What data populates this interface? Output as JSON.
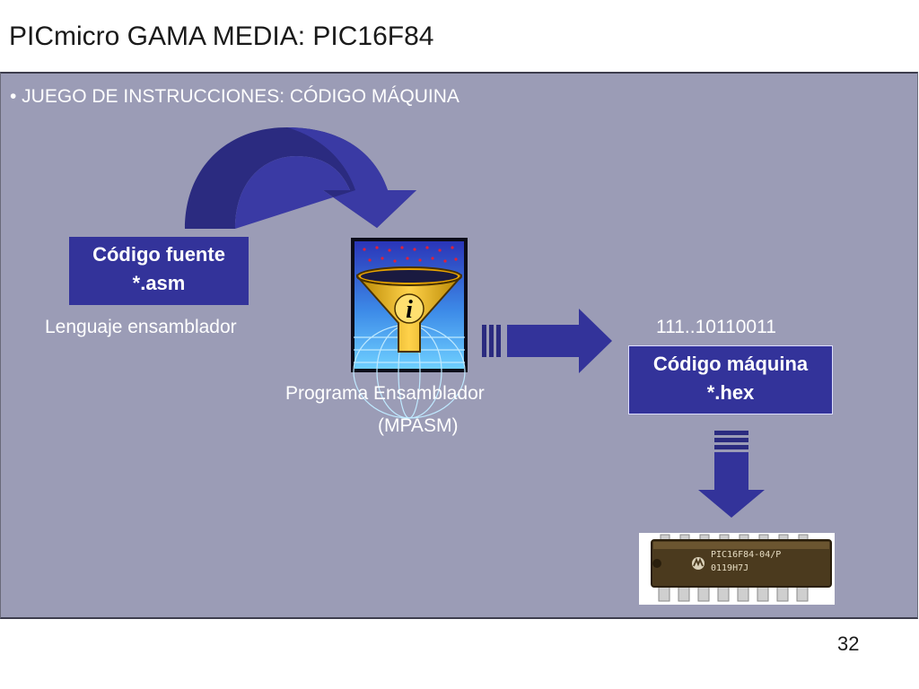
{
  "slide": {
    "title": "PICmicro GAMA MEDIA: PIC16F84",
    "bullet": "• JUEGO DE INSTRUCCIONES: CÓDIGO MÁQUINA",
    "page_number": "32"
  },
  "source_box": {
    "line1": "Código fuente",
    "line2": "*.asm"
  },
  "source_caption": "Lenguaje ensamblador",
  "assembler": {
    "name": "Programa Ensamblador",
    "abbr": "(MPASM)",
    "icon_glyph": "i"
  },
  "binary_sample": "111..10110011",
  "machine_box": {
    "line1": "Código máquina",
    "line2": "*.hex"
  },
  "chip": {
    "marking1": "PIC16F84-04/P",
    "marking2": "0119H7J"
  },
  "colors": {
    "panel": "#9b9cb6",
    "box": "#33339a",
    "arrow": "#33339a",
    "text": "#ffffff"
  }
}
